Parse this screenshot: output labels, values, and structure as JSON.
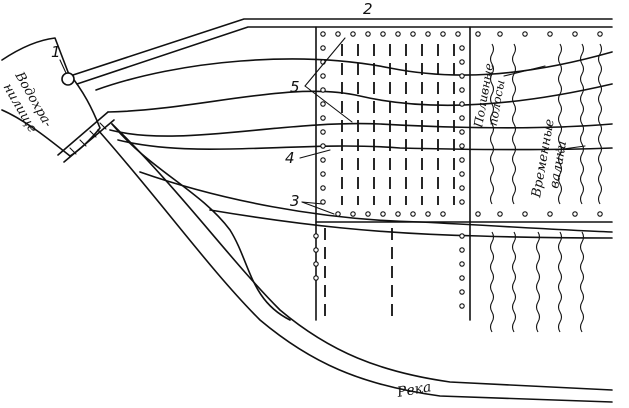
{
  "labels": {
    "reservoir": [
      "Водохра-",
      "нилище"
    ],
    "river": "Река",
    "irrigation_strips": [
      "Поливные",
      "полосы"
    ],
    "temporary_ditches": [
      "Временные",
      "валики"
    ],
    "numbers": [
      "1",
      "2",
      "3",
      "4",
      "5"
    ]
  }
}
